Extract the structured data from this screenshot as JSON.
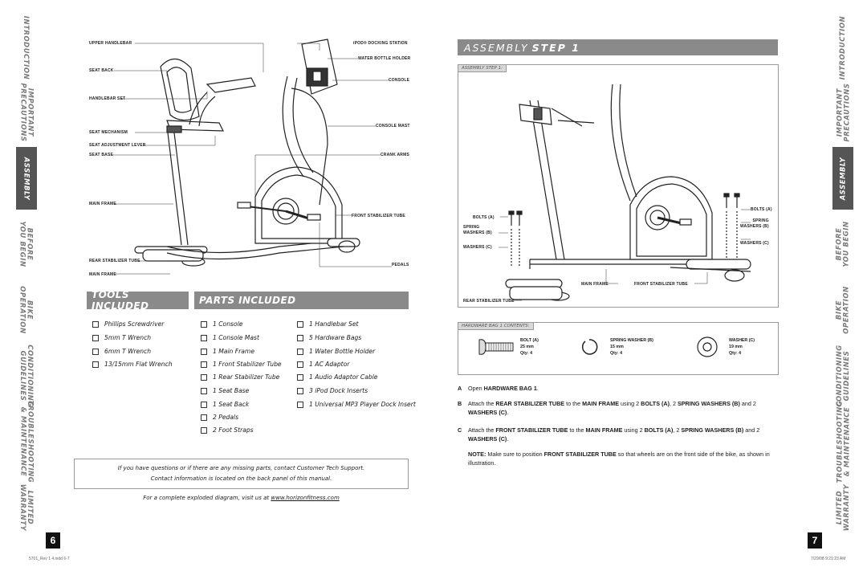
{
  "side_tabs": [
    {
      "label": "INTRODUCTION",
      "active": false
    },
    {
      "label": "IMPORTANT\nPRECAUTIONS",
      "active": false
    },
    {
      "label": "ASSEMBLY",
      "active": true
    },
    {
      "label": "BEFORE\nYOU BEGIN",
      "active": false
    },
    {
      "label": "BIKE\nOPERATION",
      "active": false
    },
    {
      "label": "CONDITIONING\nGUIDELINES",
      "active": false
    },
    {
      "label": "TROUBLESHOOTING\n& MAINTENANCE",
      "active": false
    },
    {
      "label": "LIMITED\nWARRANTY",
      "active": false
    }
  ],
  "left_page": {
    "page_number": "6",
    "callouts_left": {
      "upper_handlebar": "UPPER HANDLEBAR",
      "seat_back": "SEAT BACK",
      "handlebar_set": "HANDLEBAR SET",
      "seat_mechanism": "SEAT MECHANISM",
      "seat_adjustment_lever": "SEAT ADJUSTMENT LEVER",
      "seat_base": "SEAT BASE",
      "main_frame": "MAIN FRAME",
      "rear_stabilizer_tube": "REAR STABILIZER TUBE",
      "main_frame_2": "MAIN FRAME"
    },
    "callouts_right": {
      "ipod_docking_station": "iPOD® DOCKING STATION",
      "water_bottle_holder": "WATER BOTTLE HOLDER",
      "console": "CONSOLE",
      "console_mast": "CONSOLE MAST",
      "crank_arms": "CRANK ARMS",
      "front_stabilizer_tube": "FRONT STABILIZER TUBE",
      "pedals": "PEDALS"
    },
    "tools": {
      "heading": "TOOLS INCLUDED",
      "items": [
        "Phillips Screwdriver",
        "5mm T Wrench",
        "6mm T Wrench",
        "13/15mm Flat Wrench"
      ]
    },
    "parts": {
      "heading": "PARTS INCLUDED",
      "col1": [
        "1 Console",
        "1 Console Mast",
        "1 Main Frame",
        "1 Front Stabilizer Tube",
        "1 Rear Stabilizer Tube",
        "1 Seat Base",
        "1 Seat Back",
        "2 Pedals",
        "2 Foot Straps"
      ],
      "col2": [
        "1 Handlebar Set",
        "5 Hardware Bags",
        "1 Water Bottle Holder",
        "1 AC Adaptor",
        "1 Audio Adaptor Cable",
        "3 iPod Dock Inserts",
        "1 Universal MP3 Player Dock Insert"
      ]
    },
    "info_line1": "If you have questions or if there are any missing parts, contact Customer Tech Support.",
    "info_line2": "Contact information is located on the back panel of this manual.",
    "exploded_prefix": "For a complete exploded diagram, visit us at ",
    "exploded_link": "www.horizonfitness.com",
    "footer": "5701_Rev 1 4.indd   6-7"
  },
  "right_page": {
    "page_number": "7",
    "step_title_word": "ASSEMBLY",
    "step_title_rest": "STEP 1",
    "figure_label": "ASSEMBLY STEP 1:",
    "callouts": {
      "bolts_a_left": "BOLTS (A)",
      "spring_washers_b_left": "SPRING\nWASHERS (B)",
      "washers_c_left": "WASHERS (C)",
      "bolts_a_right": "BOLTS (A)",
      "spring_washers_b_right": "SPRING\nWASHERS (B)",
      "washers_c_right": "WASHERS (C)",
      "main_frame": "MAIN FRAME",
      "front_stabilizer_tube": "FRONT STABILIZER TUBE",
      "rear_stabilizer_tube": "REAR STABILIZER TUBE"
    },
    "hardware": {
      "label": "HARDWARE BAG 1 CONTENTS:",
      "items": [
        {
          "name": "BOLT (A)",
          "size": "25 mm",
          "qty": "Qty: 4"
        },
        {
          "name": "SPRING WASHER (B)",
          "size": "15 mm",
          "qty": "Qty: 4"
        },
        {
          "name": "WASHER (C)",
          "size": "19 mm",
          "qty": "Qty: 4"
        }
      ]
    },
    "instructions": {
      "a_letter": "A",
      "a_pre": "Open ",
      "a_bold": "HARDWARE BAG 1",
      "a_post": ".",
      "b_letter": "B",
      "b_p1": "Attach the ",
      "b_b1": "REAR STABILIZER TUBE",
      "b_p2": " to the ",
      "b_b2": "MAIN FRAME",
      "b_p3": " using 2 ",
      "b_b3": "BOLTS (A)",
      "b_p4": ", 2 ",
      "b_b4": "SPRING WASHERS (B)",
      "b_p5": " and 2 ",
      "b_b5": "WASHERS (C)",
      "b_p6": ".",
      "c_letter": "C",
      "c_p1": "Attach the ",
      "c_b1": "FRONT STABILIZER TUBE",
      "c_p2": " to the ",
      "c_b2": "MAIN FRAME",
      "c_p3": " using 2 ",
      "c_b3": "BOLTS (A)",
      "c_p4": ", 2 ",
      "c_b4": "SPRING WASHERS (B)",
      "c_p5": " and 2 ",
      "c_b5": "WASHERS (C)",
      "c_p6": ".",
      "note_bold": "NOTE:",
      "note_p1": " Make sure to position ",
      "note_b1": "FRONT STABILIZER TUBE",
      "note_p2": " so that wheels are on the front side of the bike, as shown in illustration."
    },
    "footer": "7/29/08   9:21:23 AM"
  }
}
